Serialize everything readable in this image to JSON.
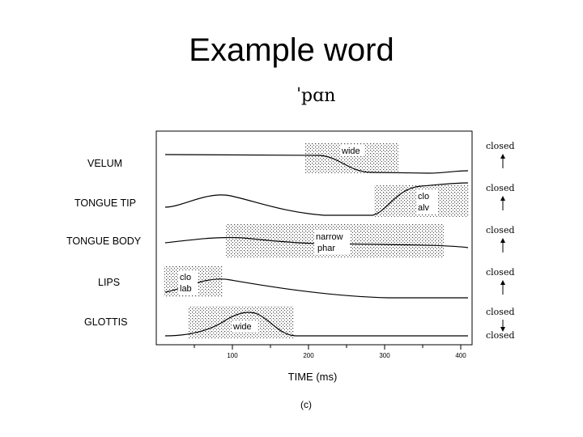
{
  "slide": {
    "title": "Example word",
    "transcription": "ˈpɑn"
  },
  "diagram": {
    "tiers": [
      {
        "name": "VELUM",
        "gestures": [
          {
            "label_lines": [
              "wide"
            ]
          }
        ]
      },
      {
        "name": "TONGUE TIP",
        "gestures": [
          {
            "label_lines": [
              "clo",
              "alv"
            ]
          }
        ]
      },
      {
        "name": "TONGUE BODY",
        "gestures": [
          {
            "label_lines": [
              "narrow",
              "phar"
            ]
          }
        ]
      },
      {
        "name": "LIPS",
        "gestures": [
          {
            "label_lines": [
              "clo",
              "lab"
            ]
          }
        ]
      },
      {
        "name": "GLOTTIS",
        "gestures": [
          {
            "label_lines": [
              "wide"
            ]
          }
        ]
      }
    ],
    "scale": [
      {
        "label": "closed"
      },
      {
        "label": "closed"
      },
      {
        "label": "closed"
      },
      {
        "label": "closed"
      },
      {
        "label": "closed",
        "bottom_label": "closed"
      }
    ],
    "x_axis": {
      "title": "TIME (ms)",
      "ticks": [
        "100",
        "200",
        "300",
        "400"
      ]
    },
    "caption": "(c)"
  }
}
